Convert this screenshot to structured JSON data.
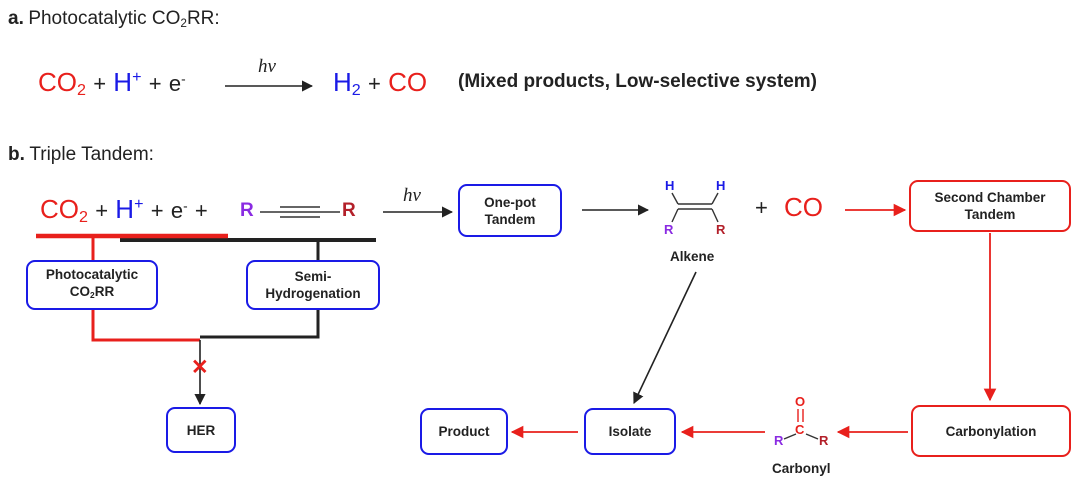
{
  "section_a": {
    "letter": "a.",
    "title_pre": "Photocatalytic CO",
    "title_sub": "2",
    "title_post": "RR:",
    "eq": {
      "co2": "CO",
      "co2_sub": "2",
      "plus1": "+",
      "h": "H",
      "h_sup": "+",
      "plus2": "+",
      "e": "e",
      "e_sup": "-",
      "hv": "hv",
      "h2": "H",
      "h2_sub": "2",
      "plus3": "+",
      "co": "CO"
    },
    "note": "(Mixed products, Low-selective system)"
  },
  "section_b": {
    "letter": "b.",
    "title": "Triple Tandem:",
    "eq": {
      "co2": "CO",
      "co2_sub": "2",
      "plus1": "+",
      "h": "H",
      "h_sup": "+",
      "plus2": "+",
      "e": "e",
      "e_sup": "-",
      "plus3": "+",
      "r_left": "R",
      "r_right": "R",
      "hv": "hv"
    },
    "boxes": {
      "photo_line1": "Photocatalytic",
      "photo_line2_pre": "CO",
      "photo_line2_sub": "2",
      "photo_line2_post": "RR",
      "semi_line1": "Semi-",
      "semi_line2": "Hydrogenation",
      "her": "HER",
      "onepot_line1": "One-pot",
      "onepot_line2": "Tandem",
      "second_line1": "Second Chamber",
      "second_line2": "Tandem",
      "carbonylation": "Carbonylation",
      "isolate": "Isolate",
      "product": "Product"
    },
    "alkene": {
      "h_left": "H",
      "h_right": "H",
      "r_left": "R",
      "r_right": "R",
      "label": "Alkene"
    },
    "plus_co": "+",
    "co": "CO",
    "carbonyl": {
      "o": "O",
      "c": "C",
      "r_left": "R",
      "r_right": "R",
      "label": "Carbonyl"
    },
    "blocked_mark": "✕"
  },
  "colors": {
    "red": "#e8201c",
    "blue": "#1a1ae6",
    "purple": "#8a2be2",
    "dark_red": "#b3202a",
    "black": "#222222"
  }
}
